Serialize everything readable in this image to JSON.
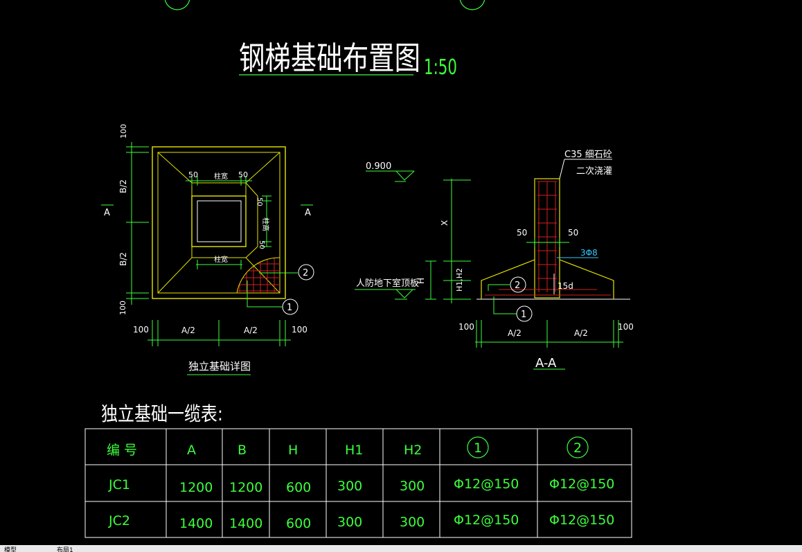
{
  "title": "钢梯基础布置图",
  "scale": "1:50",
  "colors": {
    "green": "#3cff3c",
    "white": "#ffffff",
    "yellow": "#e6e600",
    "red": "#d02020",
    "cyan": "#36c8ff"
  },
  "plan": {
    "caption": "独立基础详图",
    "section_mark": "A",
    "dim_100": "100",
    "dim_b2": "B/2",
    "dim_a2": "A/2",
    "dim_50": "50",
    "col_width": "柱宽",
    "col_height": "柱高",
    "callout_1": "1",
    "callout_2": "2"
  },
  "section": {
    "caption": "A-A",
    "elev": "0.900",
    "concrete_note_1": "C35 细石砼",
    "concrete_note_2": "二次浇灌",
    "slab_note": "人防地下室顶板",
    "rebar": "3Φ8",
    "anchor": "15d",
    "dim_x": "X",
    "dim_h": "H",
    "dim_h1h2": "H1,H2",
    "dim_50": "50",
    "dim_100": "100",
    "dim_a2": "A/2",
    "callout_1": "1",
    "callout_2": "2"
  },
  "table": {
    "title": "独立基础一缆表:",
    "headers": [
      "编  号",
      "A",
      "B",
      "H",
      "H1",
      "H2",
      "1",
      "2"
    ],
    "rows": [
      [
        "JC1",
        "1200",
        "1200",
        "600",
        "300",
        "300",
        "Φ12@150",
        "Φ12@150"
      ],
      [
        "JC2",
        "1400",
        "1400",
        "600",
        "300",
        "300",
        "Φ12@150",
        "Φ12@150"
      ]
    ]
  },
  "statusbar": {
    "left": "模型",
    "mid": "布局1"
  }
}
